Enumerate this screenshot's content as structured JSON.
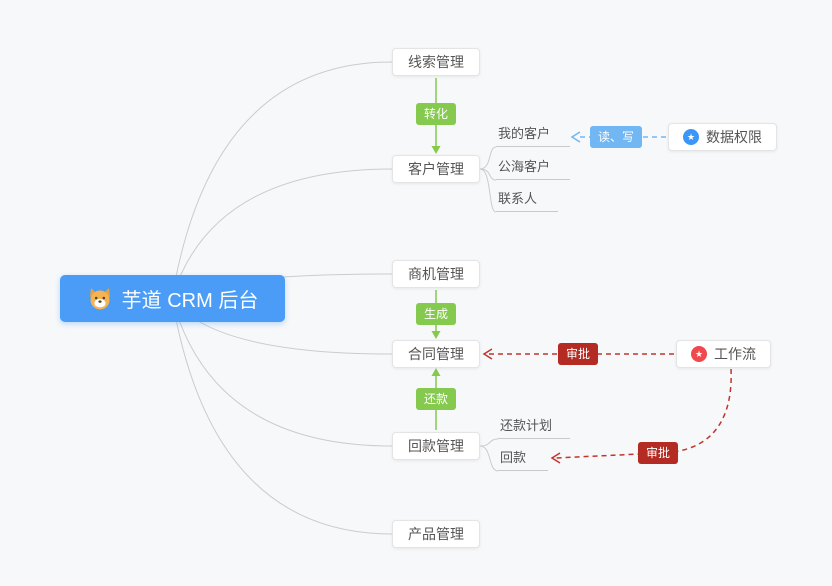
{
  "diagram": {
    "root": {
      "label": "芋道 CRM 后台"
    },
    "modules": {
      "lead": {
        "label": "线索管理"
      },
      "customer": {
        "label": "客户管理"
      },
      "opportunity": {
        "label": "商机管理"
      },
      "contract": {
        "label": "合同管理"
      },
      "receivable": {
        "label": "回款管理"
      },
      "product": {
        "label": "产品管理"
      }
    },
    "customer_children": {
      "my_customer": {
        "label": "我的客户"
      },
      "public_customer": {
        "label": "公海客户"
      },
      "contact": {
        "label": "联系人"
      }
    },
    "receivable_children": {
      "repayment_plan": {
        "label": "还款计划"
      },
      "receipt": {
        "label": "回款"
      }
    },
    "edge_badges": {
      "convert": {
        "label": "转化",
        "color": "#85c94e"
      },
      "generate": {
        "label": "生成",
        "color": "#85c94e"
      },
      "repay": {
        "label": "还款",
        "color": "#85c94e"
      },
      "read_write": {
        "label": "读、写",
        "color": "#70b7f3"
      },
      "approve_contract": {
        "label": "审批",
        "color": "#b32b22"
      },
      "approve_receipt": {
        "label": "审批",
        "color": "#b32b22"
      }
    },
    "externals": {
      "data_permission": {
        "label": "数据权限",
        "icon": "star-circle-blue"
      },
      "workflow": {
        "label": "工作流",
        "icon": "star-circle-red"
      }
    },
    "colors": {
      "root_bg": "#4a9cf6",
      "line_gray": "#cccccc",
      "green": "#85c94e",
      "blue_dash": "#70b7f3",
      "red_dash": "#c2342c",
      "background": "#f7f8fa"
    }
  }
}
